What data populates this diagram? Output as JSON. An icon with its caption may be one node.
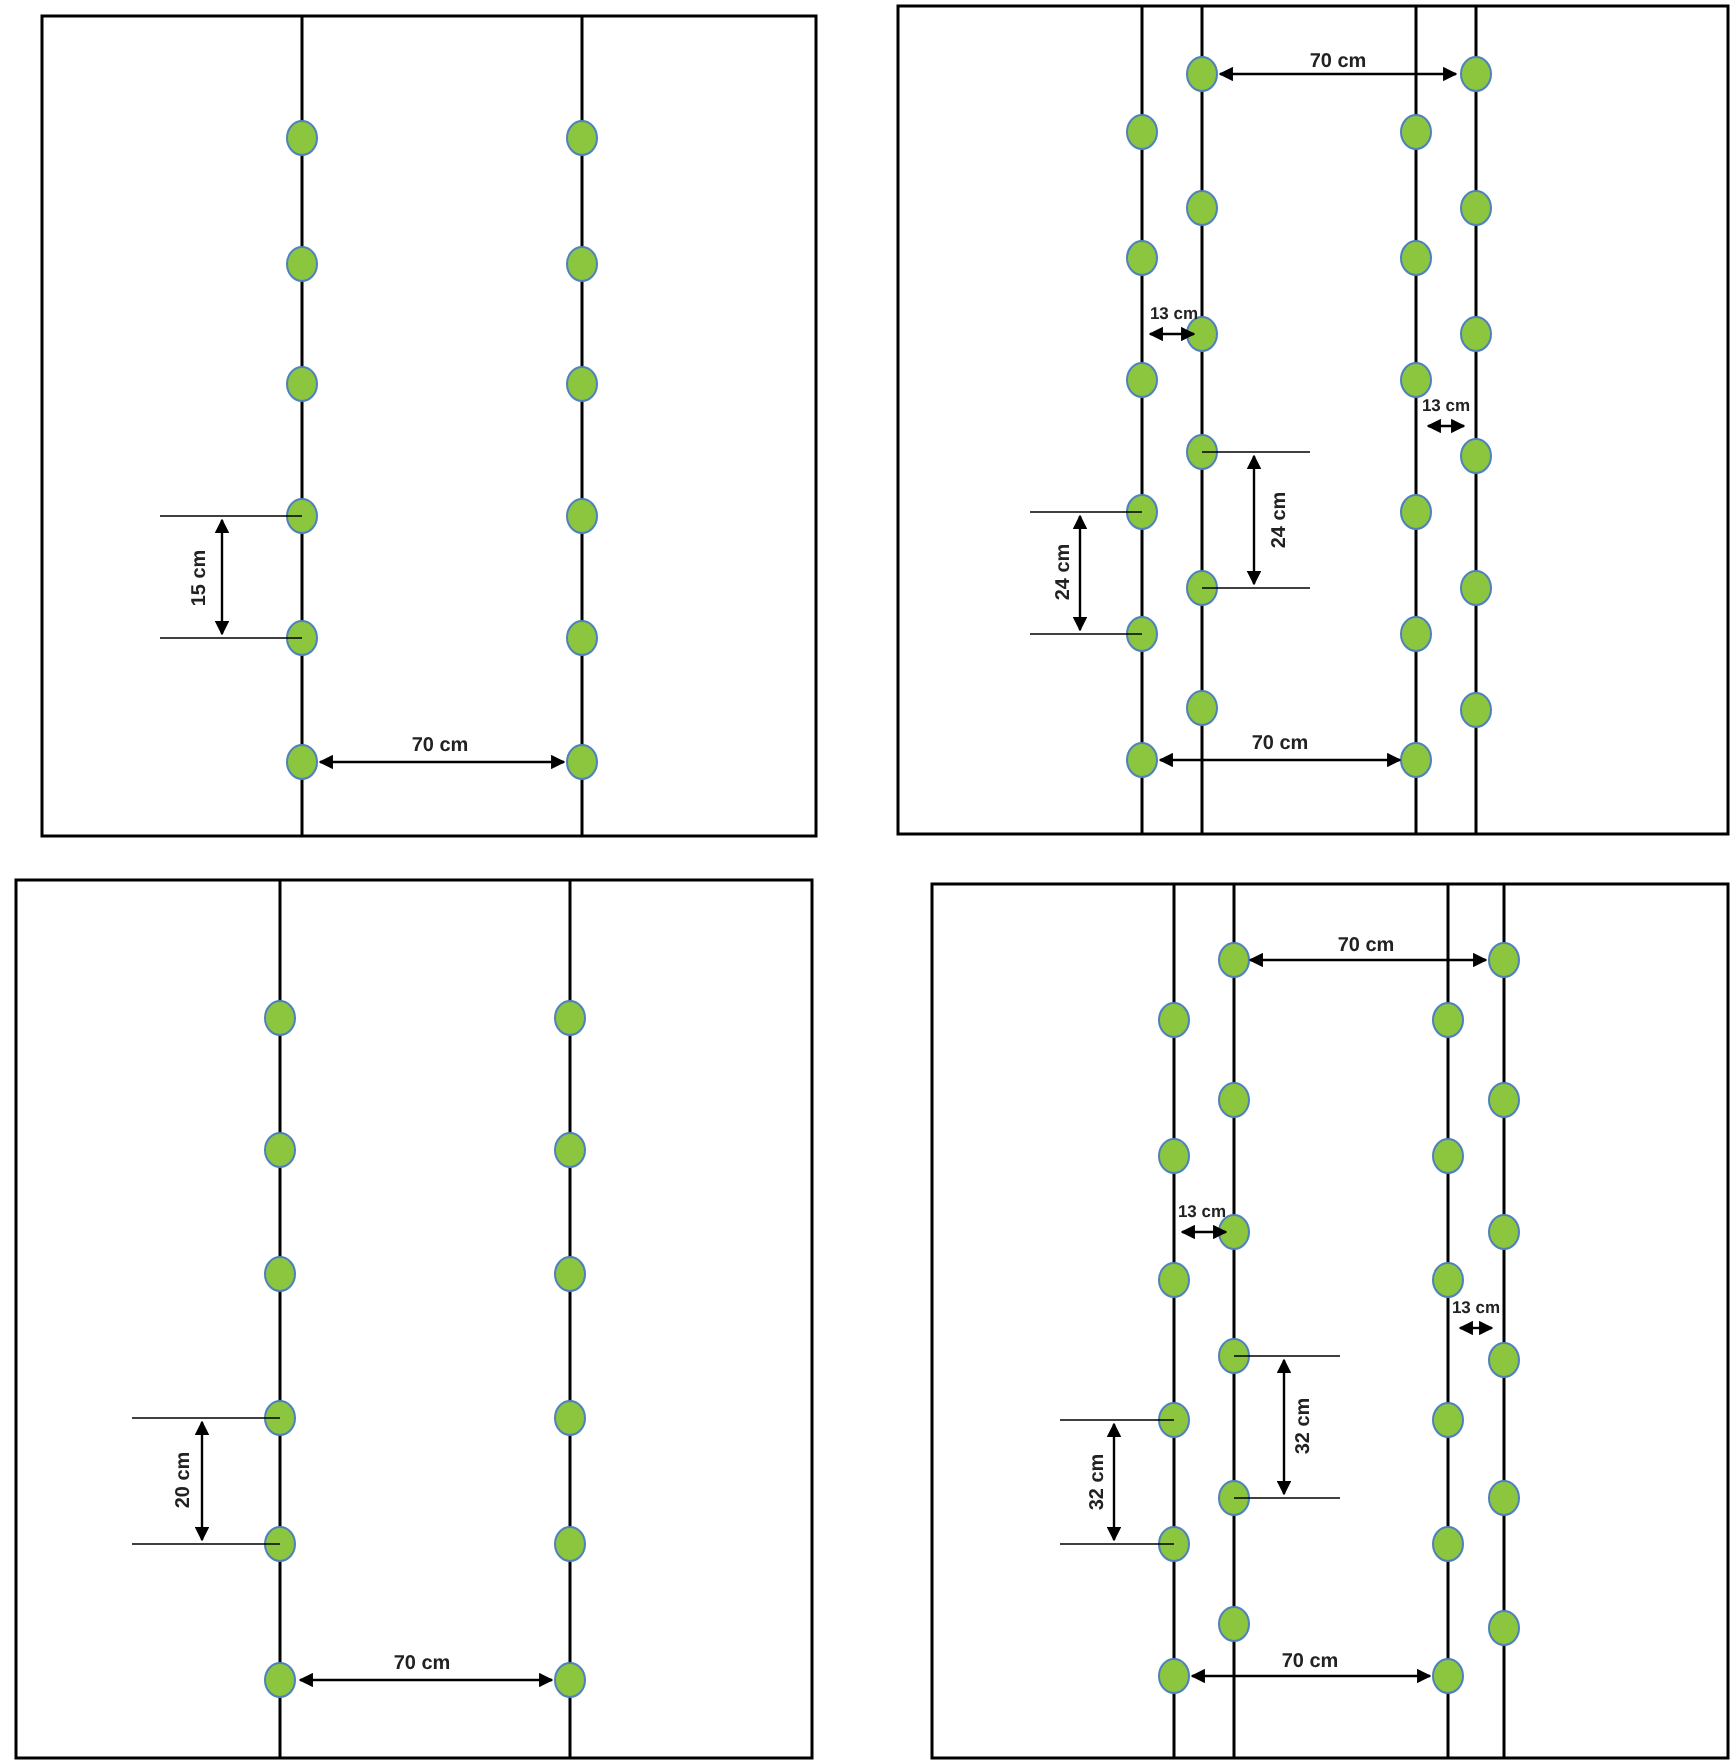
{
  "diagram": {
    "labels": [
      "15 cm",
      "70 cm",
      "70 cm",
      "13 cm",
      "13 cm",
      "24 cm",
      "24 cm",
      "70 cm",
      "20 cm",
      "70 cm",
      "70 cm",
      "13 cm",
      "13 cm",
      "32 cm",
      "32 cm",
      "70 cm"
    ]
  }
}
